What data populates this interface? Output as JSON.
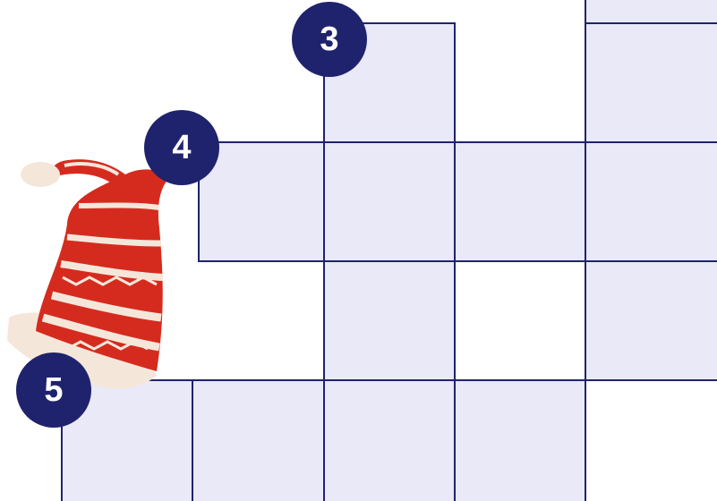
{
  "puzzle": {
    "clue_numbers": {
      "three": "3",
      "four": "4",
      "five": "5"
    },
    "colors": {
      "cell_fill": "#e9e9f7",
      "cell_border": "#1f236d",
      "badge_fill": "#1f236d",
      "badge_text": "#ffffff",
      "hat_red": "#d52b1e",
      "hat_cream": "#f5e6da"
    },
    "decoration": "santa-hat-icon"
  }
}
